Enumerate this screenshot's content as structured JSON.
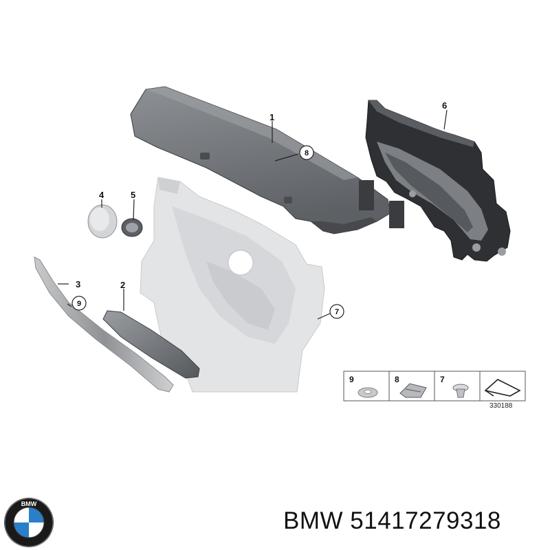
{
  "diagram": {
    "callouts": [
      {
        "id": "1",
        "circled": false
      },
      {
        "id": "2",
        "circled": false
      },
      {
        "id": "3",
        "circled": false
      },
      {
        "id": "4",
        "circled": false
      },
      {
        "id": "5",
        "circled": false
      },
      {
        "id": "6",
        "circled": false
      },
      {
        "id": "7",
        "circled": true
      },
      {
        "id": "8",
        "circled": true
      },
      {
        "id": "9",
        "circled": true
      }
    ],
    "legend": {
      "items": [
        "9",
        "8",
        "7"
      ],
      "reference_number": "330188"
    }
  },
  "caption": {
    "brand": "BMW",
    "part_number": "51417279318"
  },
  "logo": {
    "letters": "BMW",
    "colors": {
      "blue": "#2a7fc9",
      "white": "#ffffff",
      "ring": "#1a1a1a"
    }
  },
  "colors": {
    "dark_part": "#6e7175",
    "light_part": "#e3e4e6",
    "line": "#222222"
  }
}
